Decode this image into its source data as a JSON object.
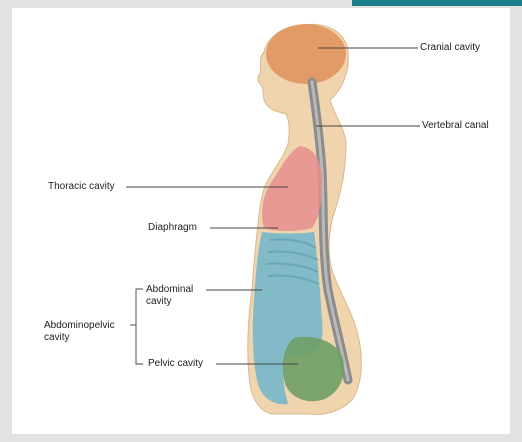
{
  "colors": {
    "background": "#e2e2e2",
    "panel": "#ffffff",
    "accent_bar": "#1b7f8c",
    "body_fill": "#f0d4ad",
    "cranial": "#e0955f",
    "thoracic": "#e88e8e",
    "abdominal": "#6fb5cc",
    "pelvic": "#6e9f66",
    "spine": "#8c8c8c"
  },
  "labels": {
    "cranial": "Cranial cavity",
    "vertebral": "Vertebral canal",
    "thoracic": "Thoracic cavity",
    "diaphragm": "Diaphragm",
    "abdominal_line1": "Abdominal",
    "abdominal_line2": "cavity",
    "abdominopelvic_line1": "Abdominopelvic",
    "abdominopelvic_line2": "cavity",
    "pelvic": "Pelvic cavity"
  }
}
